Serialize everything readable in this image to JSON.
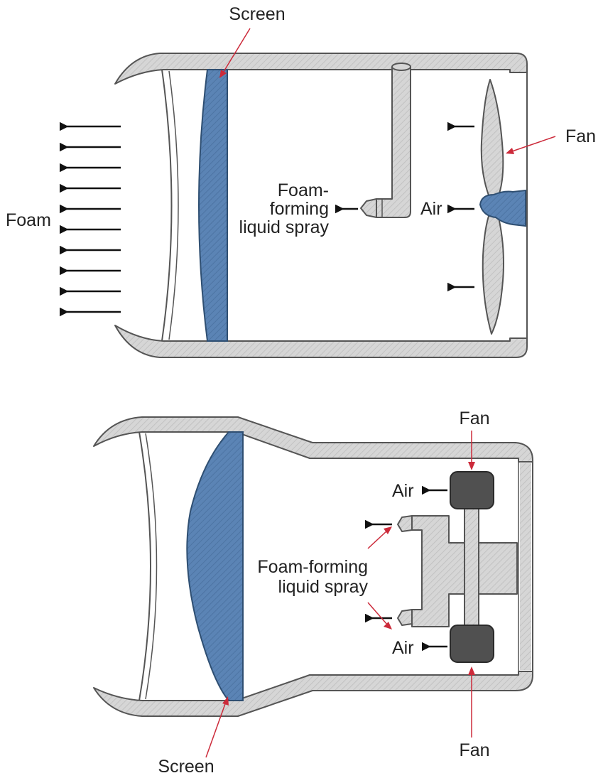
{
  "top_diagram": {
    "screen_label": "Screen",
    "fan_label": "Fan",
    "foam_label": "Foam",
    "spray_label_line1": "Foam-",
    "spray_label_line2": "forming",
    "spray_label_line3": "liquid spray",
    "air_label": "Air"
  },
  "bottom_diagram": {
    "fan_top_label": "Fan",
    "fan_bottom_label": "Fan",
    "air_top_label": "Air",
    "air_bottom_label": "Air",
    "spray_label_line1": "Foam-forming",
    "spray_label_line2": "liquid spray",
    "screen_label": "Screen"
  },
  "colors": {
    "wall_fill": "#d6d6d6",
    "screen_fill": "#5b84b5",
    "fan_dark": "#505050",
    "pointer": "#cc2a3a"
  }
}
